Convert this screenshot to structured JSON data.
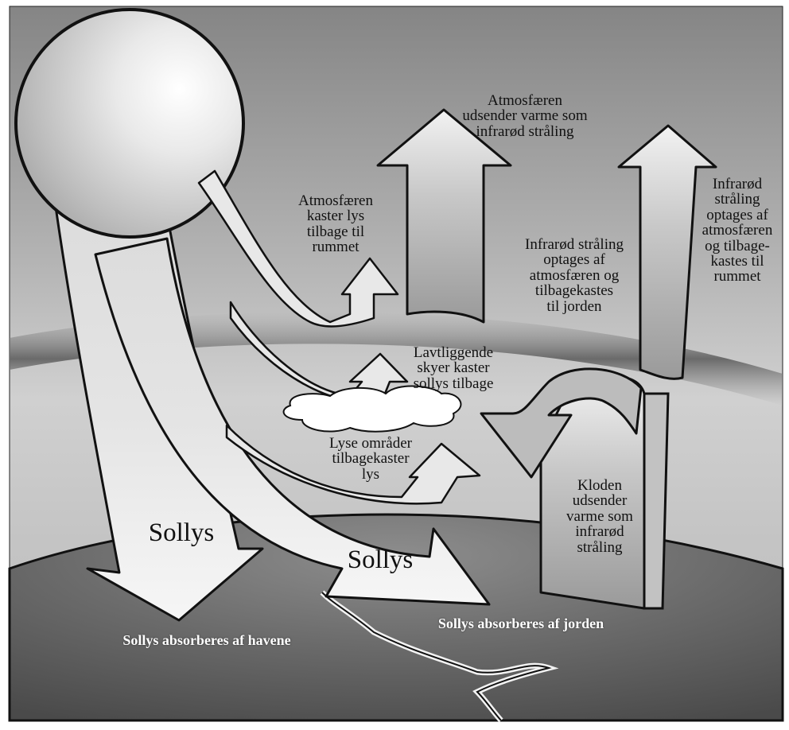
{
  "diagram": {
    "labels": {
      "atmosphere_emits": [
        "Atmosfæren",
        "udsender varme som",
        "infrarød stråling"
      ],
      "atmosphere_reflects": [
        "Atmosfæren",
        "kaster lys",
        "tilbage til",
        "rummet"
      ],
      "ir_back_to_earth": [
        "Infrarød stråling",
        "optages af",
        "atmosfæren og",
        "tilbagekastes",
        "til jorden"
      ],
      "ir_to_space": [
        "Infrarød",
        "stråling",
        "optages af",
        "atmosfæren",
        "og tilbage-",
        "kastes til",
        "rummet"
      ],
      "clouds_reflect": [
        "Lavtliggende",
        "skyer kaster",
        "sollys tilbage"
      ],
      "bright_areas_reflect": [
        "Lyse områder",
        "tilbagekaster",
        "lys"
      ],
      "earth_emits": [
        "Kloden",
        "udsender",
        "varme som",
        "infrarød",
        "stråling"
      ],
      "sunlight_left": "Sollys",
      "sunlight_right": "Sollys",
      "absorbed_oceans": "Sollys absorberes af havene",
      "absorbed_land": "Sollys absorberes af jorden"
    },
    "icons": [
      "sun-icon",
      "cloud-icon"
    ],
    "colors": {
      "sky_top": "#8a8a8a",
      "sky_mid": "#c9c9c9",
      "atmosphere_band": "#6e6e6e",
      "ground": "#5a5a5a",
      "arrow_fill": "#efefef",
      "outline": "#111111"
    }
  }
}
